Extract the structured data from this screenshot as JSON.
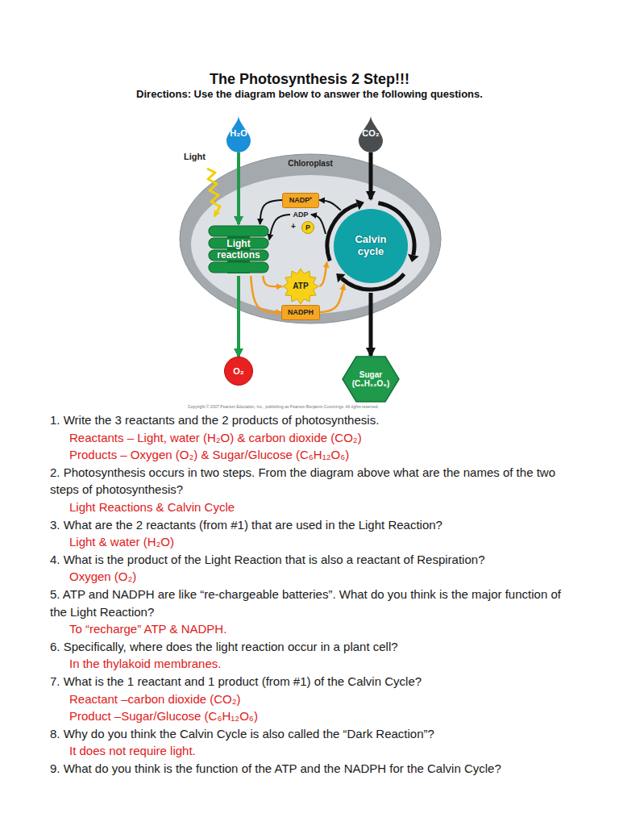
{
  "diagram": {
    "title": "The Photosynthesis 2 Step!!!",
    "nodes": [
      {
        "text": [
          "H₂O"
        ]
      },
      {
        "text": [
          "CO₂"
        ]
      },
      {
        "text": [
          "Chloroplast"
        ]
      },
      {
        "text": [
          "Light reactions"
        ],
        "in": 2
      },
      {
        "text": [
          "Calvin cycle"
        ],
        "in": 2
      },
      {
        "text": [
          "NADP⁺"
        ],
        "in": 2
      },
      {
        "text": [
          "ADP"
        ],
        "in": 2
      },
      {
        "text": [
          "P"
        ],
        "in": 2
      },
      {
        "text": [
          "ATP"
        ],
        "in": 2
      },
      {
        "text": [
          "NADPH"
        ],
        "in": 2
      },
      {
        "text": [
          "O₂"
        ]
      },
      {
        "text": [
          "Sugar",
          "(C₆H₁₂O₆)"
        ]
      }
    ],
    "edges": [
      {
        "from": 0,
        "to": 3,
        "arrow": "to"
      },
      {
        "from": 3,
        "to": 10,
        "arrow": "to"
      },
      {
        "from": 1,
        "to": 4,
        "arrow": "to"
      },
      {
        "from": 4,
        "to": 11,
        "arrow": "to"
      },
      {
        "from": 4,
        "to": 5,
        "arrow": "to"
      },
      {
        "from": 4,
        "to": 6,
        "arrow": "to"
      },
      {
        "from": 5,
        "to": 3,
        "arrow": "to"
      },
      {
        "from": 6,
        "to": 3,
        "arrow": "to"
      },
      {
        "from": 3,
        "to": 8,
        "arrow": "to"
      },
      {
        "from": 3,
        "to": 9,
        "arrow": "to"
      },
      {
        "from": 8,
        "to": 4,
        "arrow": "to"
      },
      {
        "from": 9,
        "to": 4,
        "arrow": "to"
      }
    ],
    "labels": [
      "Directions: Use the diagram below to answer the following questions.",
      "Light",
      "+",
      "Copyright © 2007 Pearson Education, Inc., publishing as Pearson Benjamin Cummings. All rights reserved.",
      "1. Write the 3 reactants and the 2 products of photosynthesis.",
      "Reactants – Light, water (H₂O) & carbon dioxide (CO₂)",
      "Products – Oxygen (O₂) & Sugar/Glucose (C₆H₁₂O₆)",
      "2. Photosynthesis occurs in two steps. From the diagram above what are the names of the two steps of photosynthesis?",
      "Light Reactions & Calvin Cycle",
      "3. What are the 2 reactants (from #1) that are used in the Light Reaction?",
      "Light & water (H₂O)",
      "4. What is the product of the Light Reaction that is also a reactant of Respiration?",
      "Oxygen (O₂)",
      "5. ATP and NADPH are like “re-chargeable batteries”. What do you think is the major function of the Light Reaction?",
      "To “recharge” ATP & NADPH.",
      "6. Specifically, where does the light reaction occur in a plant cell?",
      "In the thylakoid membranes.",
      "7. What is the 1 reactant and 1 product (from #1) of the Calvin Cycle?",
      "Reactant –carbon dioxide (CO₂)",
      "Product –Sugar/Glucose (C₆H₁₂O₆)",
      "8. Why do you think the Calvin Cycle is also called the “Dark Reaction”?",
      "It does not require light.",
      "9. What do you think is the function of the ATP and the NADPH for the Calvin Cycle?"
    ]
  }
}
